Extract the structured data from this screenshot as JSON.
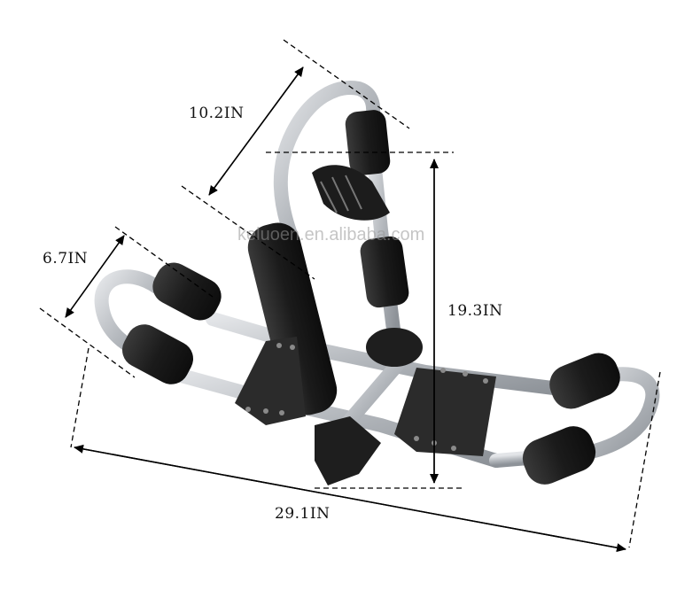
{
  "dimensions": {
    "top_length": "10.2IN",
    "side_width": "6.7IN",
    "height": "19.3IN",
    "total_length": "29.1IN"
  },
  "watermark": "keluoen.en.alibaba.com",
  "colors": {
    "frame": "#b9bcc0",
    "foam": "#1a1a1a",
    "bracket": "#2a2a2a",
    "arrow": "#000000"
  }
}
